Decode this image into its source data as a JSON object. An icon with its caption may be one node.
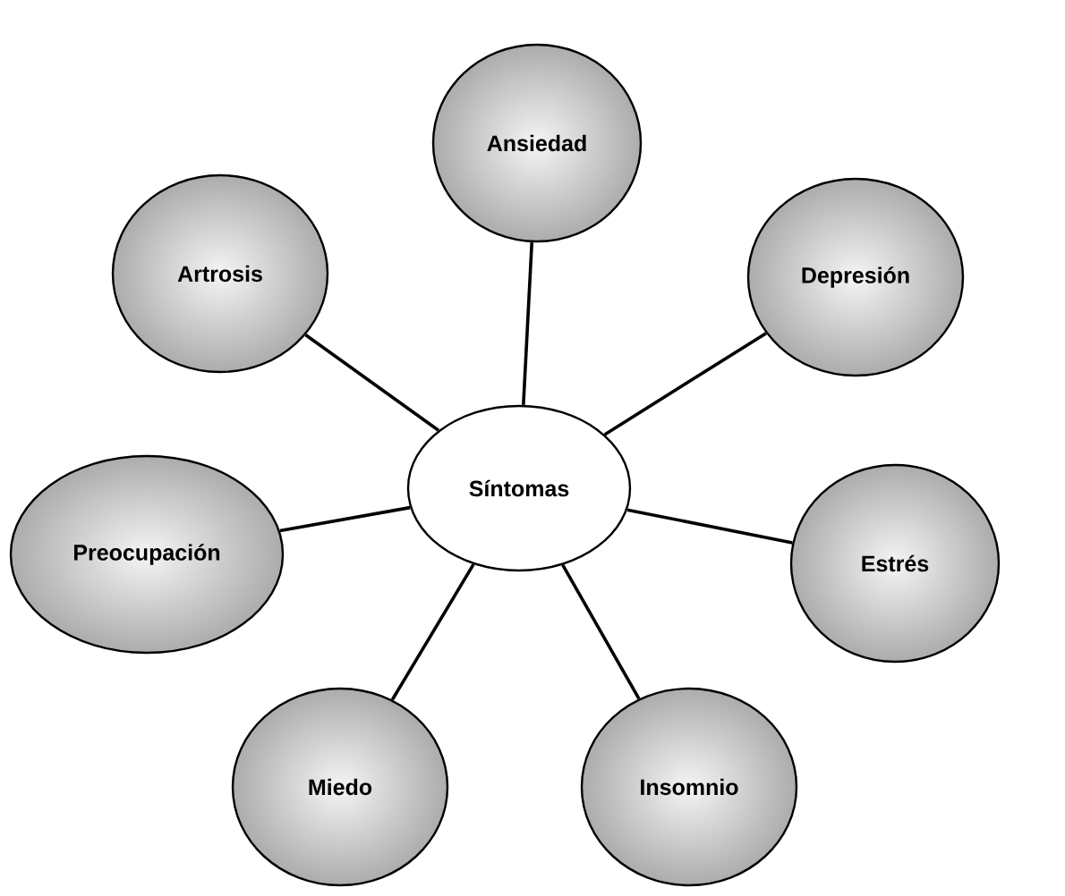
{
  "diagram": {
    "nodes": [
      {
        "text": [
          "Síntomas"
        ]
      },
      {
        "text": [
          "Ansiedad"
        ]
      },
      {
        "text": [
          "Depresión"
        ]
      },
      {
        "text": [
          "Estrés"
        ]
      },
      {
        "text": [
          "Insomnio"
        ]
      },
      {
        "text": [
          "Miedo"
        ]
      },
      {
        "text": [
          "Preocupación"
        ]
      },
      {
        "text": [
          "Artrosis"
        ]
      }
    ],
    "edges": [
      {
        "from": 0,
        "to": 1,
        "arrow": "none"
      },
      {
        "from": 0,
        "to": 2,
        "arrow": "none"
      },
      {
        "from": 0,
        "to": 3,
        "arrow": "none"
      },
      {
        "from": 0,
        "to": 4,
        "arrow": "none"
      },
      {
        "from": 0,
        "to": 5,
        "arrow": "none"
      },
      {
        "from": 0,
        "to": 6,
        "arrow": "none"
      },
      {
        "from": 0,
        "to": 7,
        "arrow": "none"
      }
    ]
  }
}
